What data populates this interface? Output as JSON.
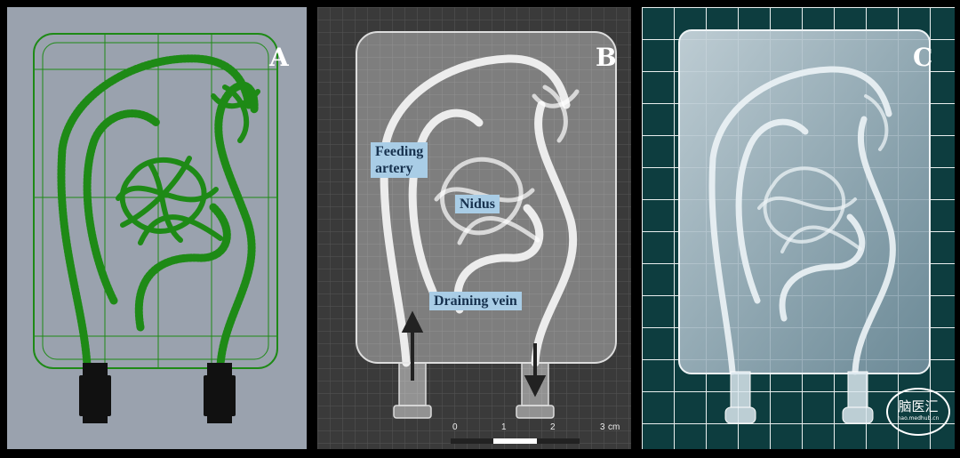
{
  "panels": [
    {
      "label": "A",
      "background": "#9aa2ae",
      "line_color": "#1e8a16"
    },
    {
      "label": "B",
      "background": "#3a3a3a",
      "line_color": "#e6e6e6"
    },
    {
      "label": "C",
      "background": "#0d3d3f",
      "line_color": "#dfe9ee"
    }
  ],
  "callouts": {
    "feeding_artery": "Feeding\nartery",
    "nidus": "Nidus",
    "draining_vein": "Draining vein"
  },
  "scale_bar": {
    "ticks": [
      "0",
      "1",
      "2",
      "3"
    ],
    "unit": "cm"
  },
  "watermark": {
    "main": "脑医汇",
    "sub": "nao.medhub.cn"
  }
}
